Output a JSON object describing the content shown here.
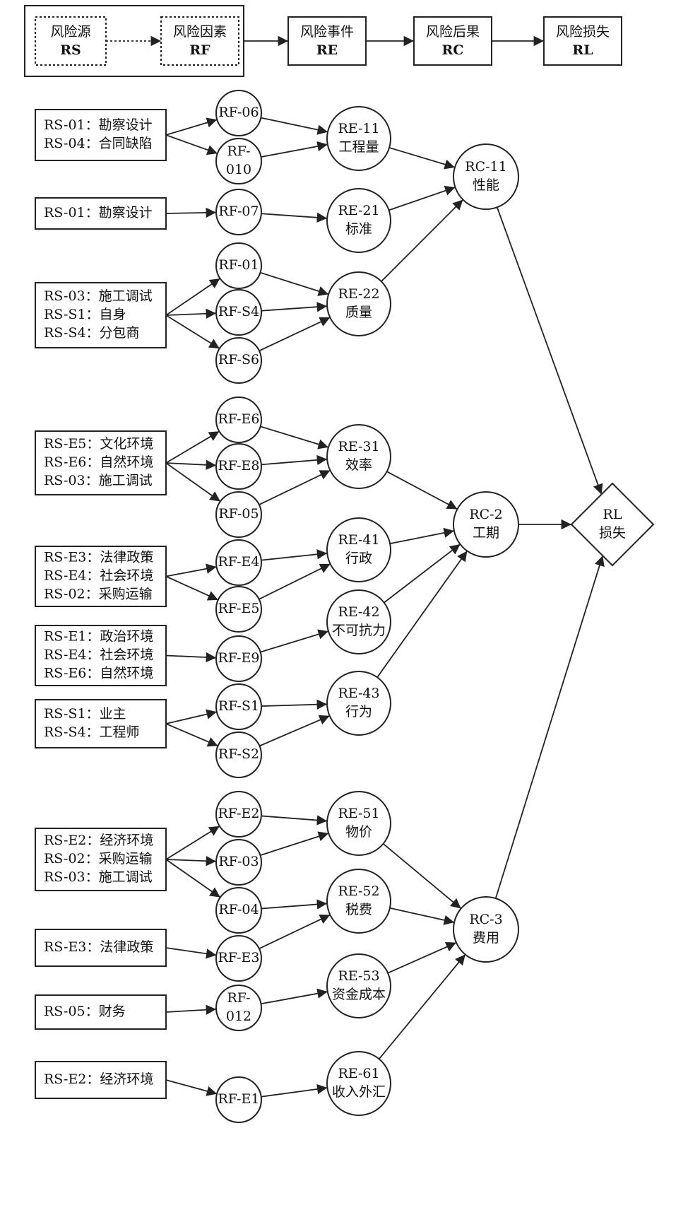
{
  "legend": {
    "rs": [
      "风险源",
      "RS"
    ],
    "rf": [
      "风险因素",
      "RF"
    ],
    "re": [
      "风险事件",
      "RE"
    ],
    "rc": [
      "风险后果",
      "RC"
    ],
    "rl": [
      "风险损失",
      "RL"
    ]
  },
  "sources": [
    {
      "id": "S1",
      "lines": [
        "RS-01：勘察设计",
        "RS-04：合同缺陷"
      ]
    },
    {
      "id": "S2",
      "lines": [
        "RS-01：勘察设计"
      ]
    },
    {
      "id": "S3",
      "lines": [
        "RS-03：施工调试",
        "RS-S1：自身",
        "RS-S4：分包商"
      ]
    },
    {
      "id": "S4",
      "lines": [
        "RS-E5：文化环境",
        "RS-E6：自然环境",
        "RS-03：施工调试"
      ]
    },
    {
      "id": "S5",
      "lines": [
        "RS-E3：法律政策",
        "RS-E4：社会环境",
        "RS-02：采购运输"
      ]
    },
    {
      "id": "S6",
      "lines": [
        "RS-E1：政治环境",
        "RS-E4：社会环境",
        "RS-E6：自然环境"
      ]
    },
    {
      "id": "S7",
      "lines": [
        "RS-S1：业主",
        "RS-S4：工程师"
      ]
    },
    {
      "id": "S8",
      "lines": [
        "RS-E2：经济环境",
        "RS-02：采购运输",
        "RS-03：施工调试"
      ]
    },
    {
      "id": "S9",
      "lines": [
        "RS-E3：法律政策"
      ]
    },
    {
      "id": "S10",
      "lines": [
        "RS-05：财务"
      ]
    },
    {
      "id": "S11",
      "lines": [
        "RS-E2：经济环境"
      ]
    }
  ],
  "factors": [
    {
      "id": "F1",
      "lines": [
        "RF-06"
      ]
    },
    {
      "id": "F2",
      "lines": [
        "RF-",
        "010"
      ]
    },
    {
      "id": "F3",
      "lines": [
        "RF-07"
      ]
    },
    {
      "id": "F4",
      "lines": [
        "RF-01"
      ]
    },
    {
      "id": "F5",
      "lines": [
        "RF-S4"
      ]
    },
    {
      "id": "F6",
      "lines": [
        "RF-S6"
      ]
    },
    {
      "id": "F7",
      "lines": [
        "RF-E6"
      ]
    },
    {
      "id": "F8",
      "lines": [
        "RF-E8"
      ]
    },
    {
      "id": "F9",
      "lines": [
        "RF-05"
      ]
    },
    {
      "id": "F10",
      "lines": [
        "RF-E4"
      ]
    },
    {
      "id": "F11",
      "lines": [
        "RF-E5"
      ]
    },
    {
      "id": "F12",
      "lines": [
        "RF-E9"
      ]
    },
    {
      "id": "F13",
      "lines": [
        "RF-S1"
      ]
    },
    {
      "id": "F14",
      "lines": [
        "RF-S2"
      ]
    },
    {
      "id": "F15",
      "lines": [
        "RF-E2"
      ]
    },
    {
      "id": "F16",
      "lines": [
        "RF-03"
      ]
    },
    {
      "id": "F17",
      "lines": [
        "RF-04"
      ]
    },
    {
      "id": "F18",
      "lines": [
        "RF-E3"
      ]
    },
    {
      "id": "F19",
      "lines": [
        "RF-",
        "012"
      ]
    },
    {
      "id": "F20",
      "lines": [
        "RF-E1"
      ]
    }
  ],
  "events": [
    {
      "id": "E1",
      "lines": [
        "RE-11",
        "工程量"
      ]
    },
    {
      "id": "E2",
      "lines": [
        "RE-21",
        "标准"
      ]
    },
    {
      "id": "E3",
      "lines": [
        "RE-22",
        "质量"
      ]
    },
    {
      "id": "E4",
      "lines": [
        "RE-31",
        "效率"
      ]
    },
    {
      "id": "E5",
      "lines": [
        "RE-41",
        "行政"
      ]
    },
    {
      "id": "E6",
      "lines": [
        "RE-42",
        "不可抗力"
      ]
    },
    {
      "id": "E7",
      "lines": [
        "RE-43",
        "行为"
      ]
    },
    {
      "id": "E8",
      "lines": [
        "RE-51",
        "物价"
      ]
    },
    {
      "id": "E9",
      "lines": [
        "RE-52",
        "税费"
      ]
    },
    {
      "id": "E10",
      "lines": [
        "RE-53",
        "资金成本"
      ]
    },
    {
      "id": "E11",
      "lines": [
        "RE-61",
        "收入外汇"
      ]
    }
  ],
  "consequences": [
    {
      "id": "C1",
      "lines": [
        "RC-11",
        "性能"
      ]
    },
    {
      "id": "C2",
      "lines": [
        "RC-2",
        "工期"
      ]
    },
    {
      "id": "C3",
      "lines": [
        "RC-3",
        "费用"
      ]
    }
  ],
  "loss": {
    "id": "L",
    "lines": [
      "RL",
      "损失"
    ]
  },
  "edges": [
    [
      "S1",
      "F1"
    ],
    [
      "S1",
      "F2"
    ],
    [
      "S2",
      "F3"
    ],
    [
      "S3",
      "F4"
    ],
    [
      "S3",
      "F5"
    ],
    [
      "S3",
      "F6"
    ],
    [
      "S4",
      "F7"
    ],
    [
      "S4",
      "F8"
    ],
    [
      "S4",
      "F9"
    ],
    [
      "S5",
      "F10"
    ],
    [
      "S5",
      "F11"
    ],
    [
      "S6",
      "F12"
    ],
    [
      "S7",
      "F13"
    ],
    [
      "S7",
      "F14"
    ],
    [
      "S8",
      "F15"
    ],
    [
      "S8",
      "F16"
    ],
    [
      "S8",
      "F17"
    ],
    [
      "S9",
      "F18"
    ],
    [
      "S10",
      "F19"
    ],
    [
      "S11",
      "F20"
    ],
    [
      "F1",
      "E1"
    ],
    [
      "F2",
      "E1"
    ],
    [
      "F3",
      "E2"
    ],
    [
      "F4",
      "E3"
    ],
    [
      "F5",
      "E3"
    ],
    [
      "F6",
      "E3"
    ],
    [
      "F7",
      "E4"
    ],
    [
      "F8",
      "E4"
    ],
    [
      "F9",
      "E4"
    ],
    [
      "F10",
      "E5"
    ],
    [
      "F11",
      "E5"
    ],
    [
      "F12",
      "E6"
    ],
    [
      "F13",
      "E7"
    ],
    [
      "F14",
      "E7"
    ],
    [
      "F15",
      "E8"
    ],
    [
      "F16",
      "E8"
    ],
    [
      "F17",
      "E9"
    ],
    [
      "F18",
      "E9"
    ],
    [
      "F19",
      "E10"
    ],
    [
      "F20",
      "E11"
    ],
    [
      "E1",
      "C1"
    ],
    [
      "E2",
      "C1"
    ],
    [
      "E3",
      "C1"
    ],
    [
      "E4",
      "C2"
    ],
    [
      "E5",
      "C2"
    ],
    [
      "E6",
      "C2"
    ],
    [
      "E7",
      "C2"
    ],
    [
      "E8",
      "C3"
    ],
    [
      "E9",
      "C3"
    ],
    [
      "E10",
      "C3"
    ],
    [
      "E11",
      "C3"
    ],
    [
      "C1",
      "L"
    ],
    [
      "C2",
      "L"
    ],
    [
      "C3",
      "L"
    ]
  ]
}
